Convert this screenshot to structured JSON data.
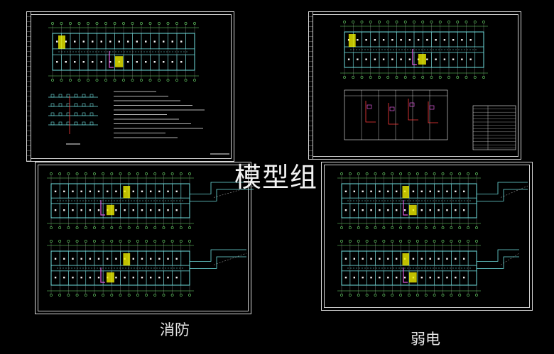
{
  "watermark": "模型组",
  "captions": {
    "fire_protection": "消防",
    "weak_current": "弱电"
  },
  "colors": {
    "background": "#000000",
    "frame": "#d9d9d9",
    "walls": "#6fe0e0",
    "grid": "#f2f2f2",
    "axis": "#6fe36f",
    "accent": "#e05ae0",
    "stair": "#f0f000",
    "circuit": "#ff3b3b"
  }
}
